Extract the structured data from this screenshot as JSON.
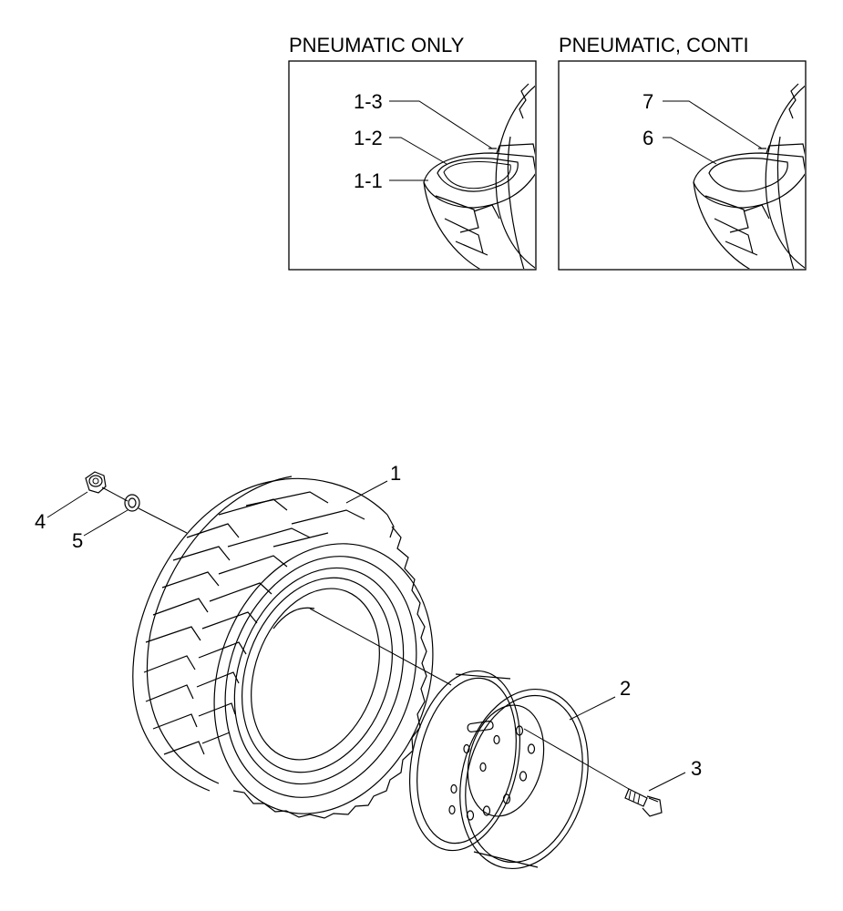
{
  "insets": [
    {
      "title": "PNEUMATIC ONLY",
      "callouts": [
        "1-3",
        "1-2",
        "1-1"
      ]
    },
    {
      "title": "PNEUMATIC, CONTI",
      "callouts": [
        "7",
        "6"
      ]
    }
  ],
  "main_callouts": {
    "tire": "1",
    "rim": "2",
    "bolt": "3",
    "nut": "4",
    "washer": "5"
  }
}
